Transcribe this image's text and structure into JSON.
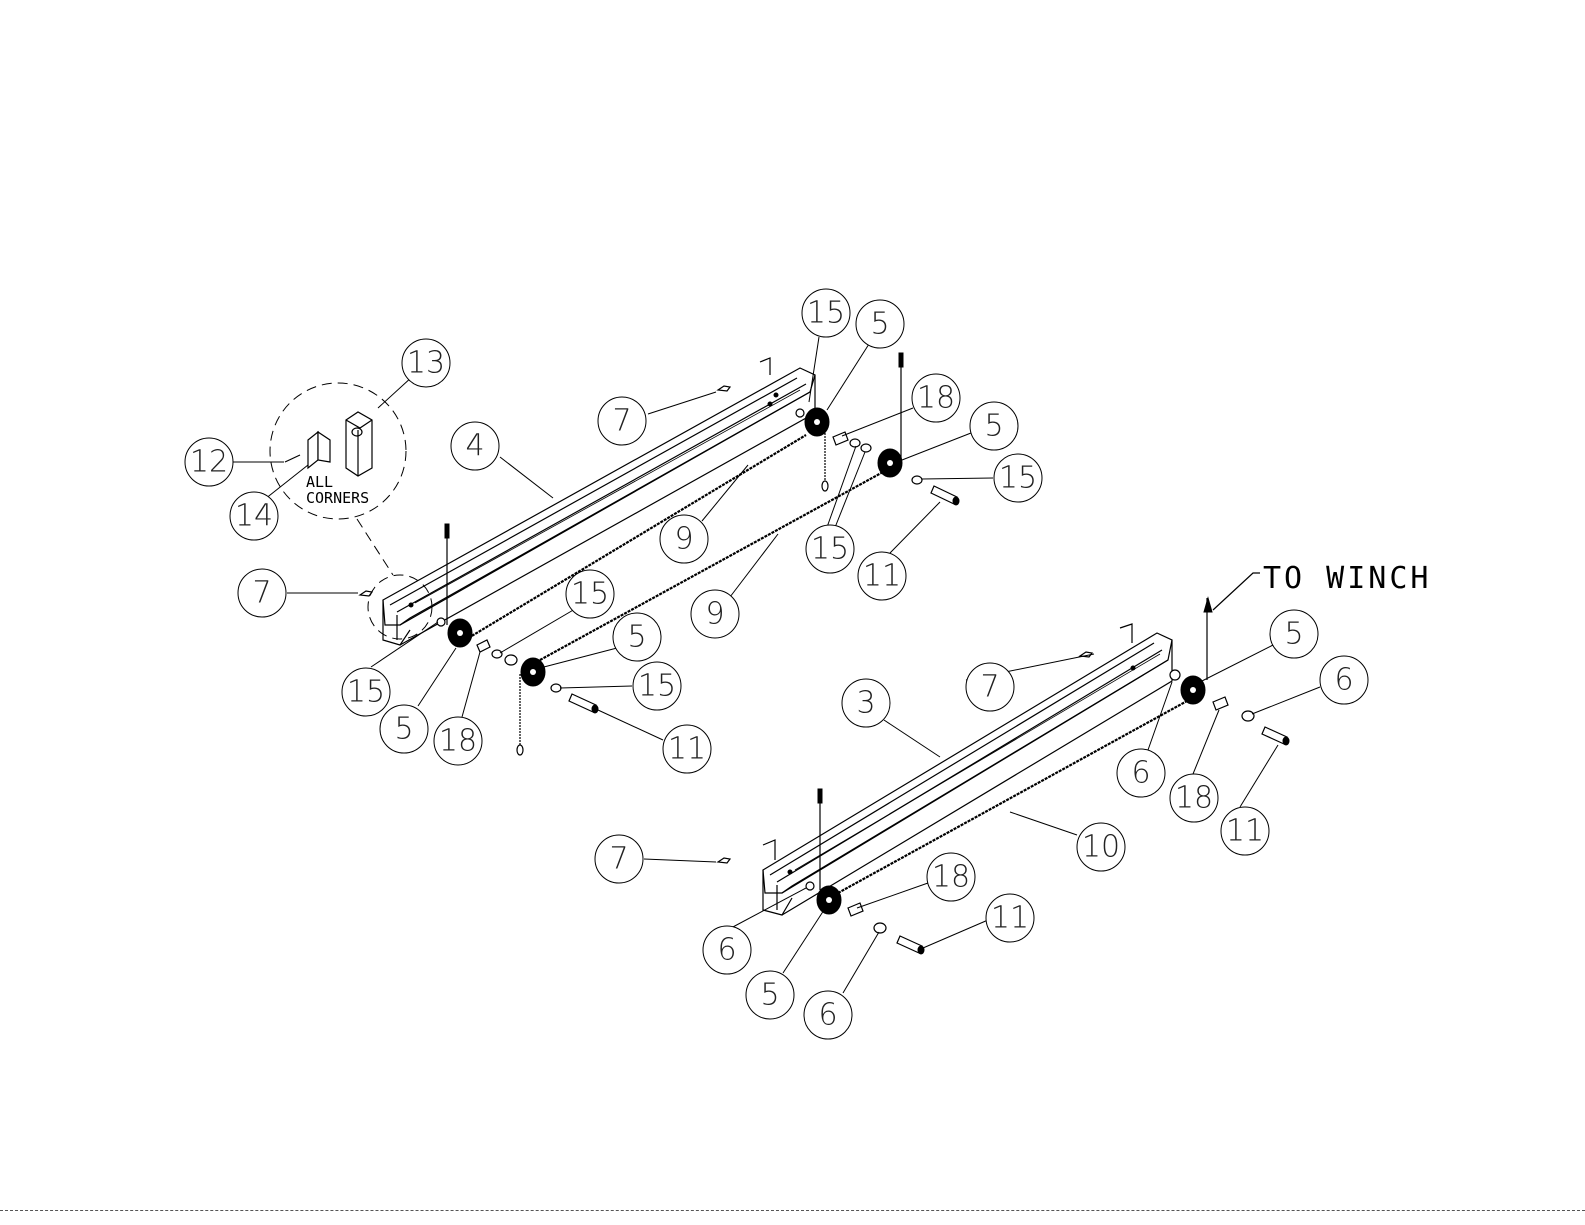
{
  "callouts": {
    "b15_top": "15",
    "b5_top": "5",
    "b13": "13",
    "b7_upper": "7",
    "b18_upper": "18",
    "b5_upper_right": "5",
    "b4": "4",
    "b12": "12",
    "b15_right": "15",
    "b14": "14",
    "b9_a": "9",
    "b15_mid": "15",
    "b11_upper": "11",
    "b7_left": "7",
    "b15_left_a": "15",
    "b9_b": "9",
    "b5_left_a": "5",
    "b15_left_b": "15",
    "b15_left_c": "15",
    "b5_left_b": "5",
    "b18_left": "18",
    "b11_left": "11",
    "b5_lower_right": "5",
    "b6_right": "6",
    "b7_lower": "7",
    "b3": "3",
    "b6_right_b": "6",
    "b18_right": "18",
    "b11_right": "11",
    "b10": "10",
    "b7_bottom": "7",
    "b18_bottom": "18",
    "b11_bottom": "11",
    "b6_bottom_a": "6",
    "b5_bottom": "5",
    "b6_bottom_b": "6"
  },
  "notes": {
    "all_corners_line1": "ALL",
    "all_corners_line2": "CORNERS",
    "to_winch": "TO WINCH"
  }
}
